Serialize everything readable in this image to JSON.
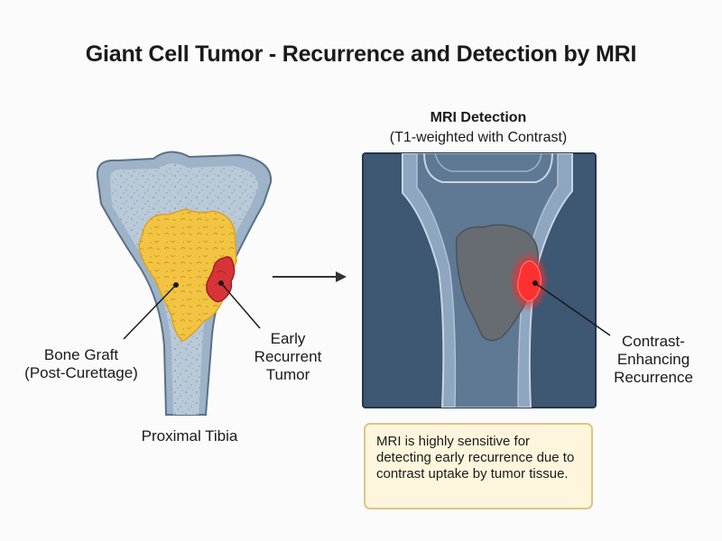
{
  "title": "Giant Cell Tumor - Recurrence and Detection by MRI",
  "left_diagram": {
    "bone_graft_label": [
      "Bone Graft",
      "(Post-Curettage)"
    ],
    "tumor_label": [
      "Early",
      "Recurrent",
      "Tumor"
    ],
    "caption": "Proximal Tibia"
  },
  "mri": {
    "title": "MRI Detection",
    "subtitle": "(T1-weighted with Contrast)",
    "recurrence_label": [
      "Contrast-",
      "Enhancing",
      "Recurrence"
    ]
  },
  "note": "MRI is highly sensitive for detecting early recurrence due to contrast uptake by tumor tissue.",
  "colors": {
    "bone_fill": "#9eb3c8",
    "bone_outline": "#5a7086",
    "graft": "#f2c442",
    "tumor": "#d9333a",
    "mri_background": "#3e5772",
    "note_fill": "#fdf6dc",
    "note_border": "#e0c383"
  }
}
